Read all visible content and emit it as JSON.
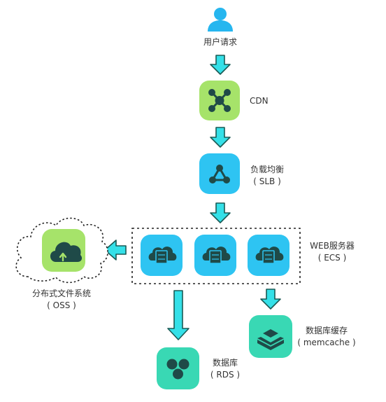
{
  "nodes": {
    "user": {
      "title": "用户请求",
      "icon": "user-icon"
    },
    "cdn": {
      "title": "CDN",
      "icon": "network-node-icon",
      "color": "#a6e36a"
    },
    "slb": {
      "title": "负载均衡",
      "subtitle": "( SLB )",
      "icon": "load-balancer-icon",
      "color": "#2ec4f2"
    },
    "web": {
      "title": "WEB服务器",
      "subtitle": "( ECS )",
      "icon": "cloud-server-icon",
      "color": "#2ec4f2",
      "servers": [
        "server-1",
        "server-2",
        "server-3"
      ]
    },
    "oss": {
      "title": "分布式文件系统",
      "subtitle": "( OSS )",
      "icon": "cloud-upload-icon",
      "color": "#a6e36a"
    },
    "rds": {
      "title": "数据库",
      "subtitle": "( RDS )",
      "icon": "database-cluster-icon",
      "color": "#39d8b4"
    },
    "cache": {
      "title": "数据库缓存",
      "subtitle": "( memcache )",
      "icon": "cache-box-icon",
      "color": "#39d8b4"
    }
  },
  "colors": {
    "arrow_fill": "#34e0e8",
    "arrow_stroke": "#1a5a55",
    "icon_dark": "#1f4a48",
    "user_blue": "#26b6ef"
  }
}
